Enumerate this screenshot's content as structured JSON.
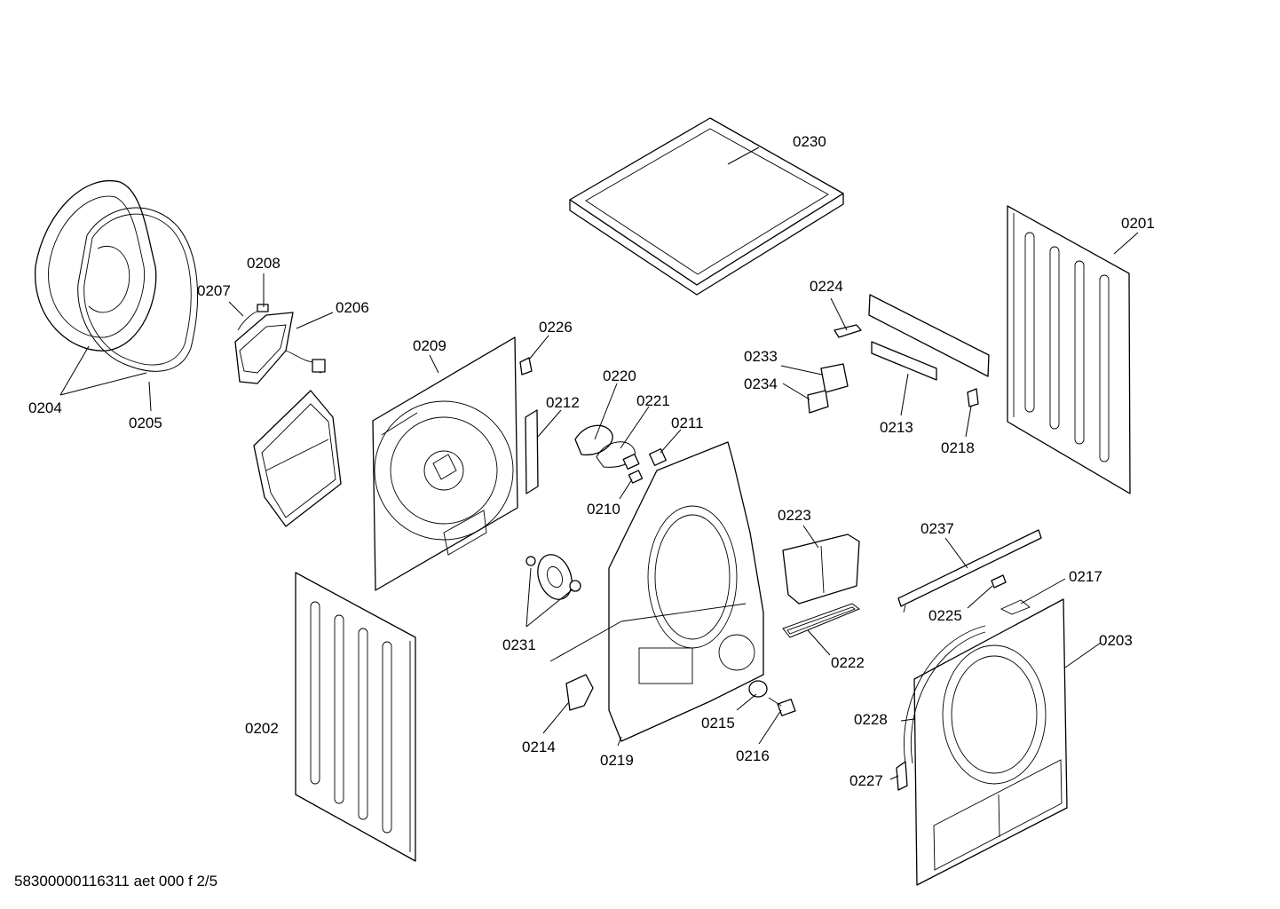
{
  "diagram": {
    "labels": [
      {
        "id": "0230",
        "text": "0230"
      },
      {
        "id": "0201",
        "text": "0201"
      },
      {
        "id": "0224",
        "text": "0224"
      },
      {
        "id": "0208",
        "text": "0208"
      },
      {
        "id": "0207",
        "text": "0207"
      },
      {
        "id": "0206",
        "text": "0206"
      },
      {
        "id": "0209",
        "text": "0209"
      },
      {
        "id": "0226",
        "text": "0226"
      },
      {
        "id": "0233",
        "text": "0233"
      },
      {
        "id": "0234",
        "text": "0234"
      },
      {
        "id": "0220",
        "text": "0220"
      },
      {
        "id": "0221",
        "text": "0221"
      },
      {
        "id": "0212",
        "text": "0212"
      },
      {
        "id": "0211",
        "text": "0211"
      },
      {
        "id": "0213",
        "text": "0213"
      },
      {
        "id": "0218",
        "text": "0218"
      },
      {
        "id": "0204",
        "text": "0204"
      },
      {
        "id": "0205",
        "text": "0205"
      },
      {
        "id": "0210",
        "text": "0210"
      },
      {
        "id": "0223",
        "text": "0223"
      },
      {
        "id": "0237",
        "text": "0237"
      },
      {
        "id": "0217",
        "text": "0217"
      },
      {
        "id": "0225",
        "text": "0225"
      },
      {
        "id": "0203",
        "text": "0203"
      },
      {
        "id": "0231",
        "text": "0231"
      },
      {
        "id": "0222",
        "text": "0222"
      },
      {
        "id": "0228",
        "text": "0228"
      },
      {
        "id": "0215",
        "text": "0215"
      },
      {
        "id": "0202",
        "text": "0202"
      },
      {
        "id": "0214",
        "text": "0214"
      },
      {
        "id": "0216",
        "text": "0216"
      },
      {
        "id": "0219",
        "text": "0219"
      },
      {
        "id": "0227",
        "text": "0227"
      }
    ],
    "footer_code": "58300000116311 aet 000 f 2/5"
  }
}
